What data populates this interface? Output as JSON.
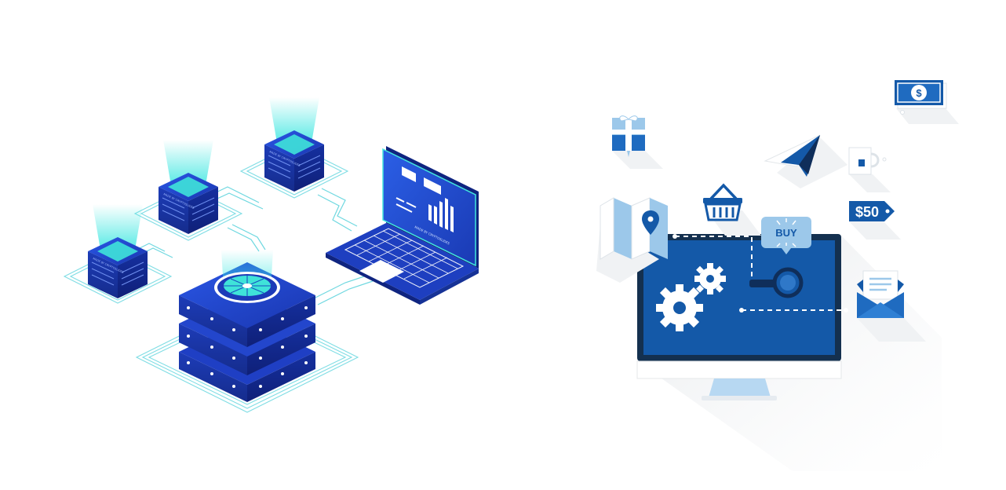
{
  "illustrations": {
    "network": {
      "node_label": "MADE BY CRYPTOSLIDES",
      "laptop_label": "MADE BY CRYPTOSLIDES"
    },
    "ecommerce": {
      "buy_label": "BUY",
      "price_tag": "$50",
      "dollar_sign": "$"
    }
  },
  "colors": {
    "primary_blue": "#1f3fbf",
    "deep_blue": "#142a8c",
    "cyan_glow": "#38e6e0",
    "line_cyan": "#6fd8e0",
    "monitor_blue": "#1459a8",
    "monitor_frame": "#14304f",
    "light_blue": "#9cc8ea",
    "shadow": "#eef0f2"
  }
}
